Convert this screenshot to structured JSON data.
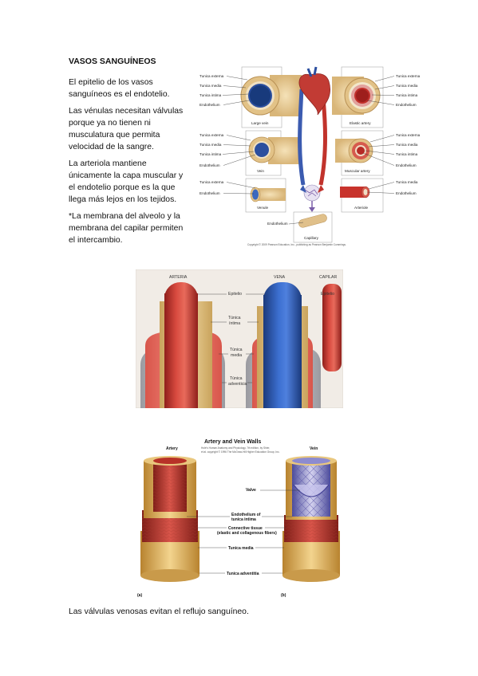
{
  "text": {
    "title": "VASOS SANGUÍNEOS",
    "p1": [
      "El epitelio de los vasos",
      "sanguíneos es el endotelio."
    ],
    "p2": [
      "Las vénulas necesitan válvulas",
      "porque ya no tienen ni",
      "musculatura que permita",
      "velocidad de la sangre."
    ],
    "p3": [
      "La arteriola mantiene",
      "únicamente la capa muscular y",
      "el endotelio porque es la que",
      "llega más lejos en los tejidos."
    ],
    "p4": [
      "*La membrana del alveolo y la",
      "membrana del capilar permiten",
      "el intercambio."
    ],
    "bottom": "Las válvulas venosas evitan el reflujo sanguíneo."
  },
  "figure1": {
    "large_vein_labels": [
      "Tunica externa",
      "Tunica media",
      "Tunica intima",
      "Endothelium"
    ],
    "large_vein": "Large vein",
    "elastic_artery_labels": [
      "Tunica externa",
      "Tunica media",
      "Tunica intima",
      "Endothelium"
    ],
    "elastic_artery": "Elastic artery",
    "vein_labels": [
      "Tunica externa",
      "Tunica media",
      "Tunica intima",
      "Endothelium"
    ],
    "vein": "Vein",
    "muscular_artery_labels": [
      "Tunica externa",
      "Tunica media",
      "Tunica intima",
      "Endothelium"
    ],
    "muscular_artery": "Muscular artery",
    "venule_labels": [
      "Tunica externa",
      "Endothelium"
    ],
    "venule": "Venule",
    "arteriole_labels": [
      "Tunica media",
      "Endothelium"
    ],
    "arteriole": "Arteriole",
    "capillary_endo": "Endothelium",
    "capillary": "Capillary",
    "copyright": "Copyright © 2009 Pearson Education, Inc., publishing as Pearson Benjamin Cummings."
  },
  "figure2": {
    "arteria": "ARTERIA",
    "vena": "VENA",
    "capilar": "CAPILAR",
    "epitelio": "Epitelio",
    "epitelio2": "Epitelio",
    "tunica_intima": [
      "Túnica",
      "íntima"
    ],
    "tunica_media": [
      "Túnica",
      "media"
    ],
    "tunica_adventicia": [
      "Túnica",
      "adventicia"
    ]
  },
  "figure3": {
    "title": "Artery and Vein Walls",
    "source": [
      "Hole's Human Anatomy and Physiology, 7th edition, by Shier,",
      "et al. copyright © 1996 The McGraw-Hill Higher Education Group, Inc."
    ],
    "artery": "Artery",
    "vein": "Vein",
    "valve": "Valve",
    "endothelium": [
      "Endothelium of",
      "tunica intima"
    ],
    "connective": [
      "Connective tissue",
      "(elastic and collagenous fibers)"
    ],
    "media": "Tunica media",
    "adventitia": "Tunica adventitia",
    "a": "(a)",
    "b": "(b)"
  },
  "colors": {
    "artery_red": "#c8332c",
    "vein_blue": "#2f5db3",
    "tan": "#e8c98d",
    "fig2_bg": "#f1ece6"
  }
}
